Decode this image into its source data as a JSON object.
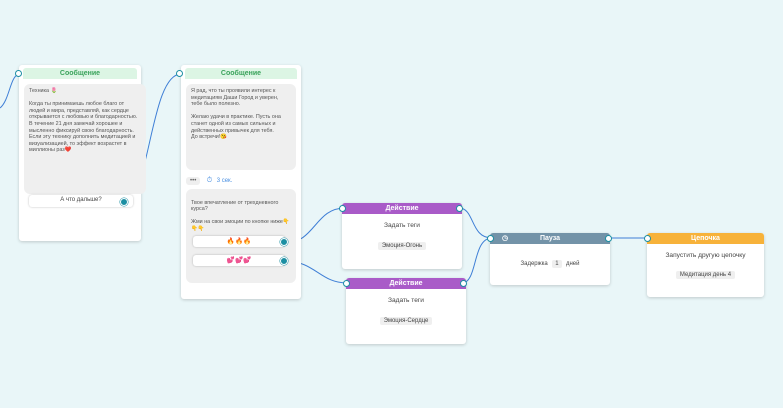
{
  "nodes": {
    "message1": {
      "header": "Сообщение",
      "text": "Техника 🌷\n\nКогда ты принимаешь любое благо от людей и мира, представляй, как сердце открывается с любовью и благодарностью.\nВ течение 21 дня замечай хорошее и мысленно фиксируй свою благодарность. Если эту технику дополнить медитацией и визуализацией, то эффект возрастет в миллионы раз❤️",
      "button": "А что дальше?"
    },
    "message2": {
      "header": "Сообщение",
      "text": "Я рад, что ты проявили интерес к медитациям Даши Город и уверен, тебе было полезно.\n\nЖелаю удачи в практике. Пусть она станет одной из самых сильных и действенных привычек для тебя.\nДо встречи!😘",
      "dots": "•••",
      "delay": "3 сек.",
      "question": "Твое впечатление от трехдневного курса?\n\nЖми на свои эмоции по кнопке ниже👇👇👇",
      "btn1": "🔥🔥🔥",
      "btn2": "💕💕💕"
    },
    "action1": {
      "header": "Действие",
      "label": "Задать теги",
      "tag": "Эмоция-Огонь"
    },
    "action2": {
      "header": "Действие",
      "label": "Задать теги",
      "tag": "Эмоция-Сердце"
    },
    "pause": {
      "header": "Пауза",
      "prefix": "Задержка",
      "value": "1",
      "unit": "дней"
    },
    "chain": {
      "header": "Цепочка",
      "label": "Запустить другую цепочку",
      "tag": "Медитация день 4"
    }
  },
  "colors": {
    "canvas": "#e9f6f8",
    "wire": "#3f7fd6",
    "port": "#1c8fa3",
    "message_header": "#dcf5e4",
    "action_header": "#a95bc8",
    "pause_header": "#7393a8",
    "chain_header": "#f7b23a"
  },
  "icons": {
    "delay": "stopwatch-icon",
    "pause": "clock-icon"
  }
}
